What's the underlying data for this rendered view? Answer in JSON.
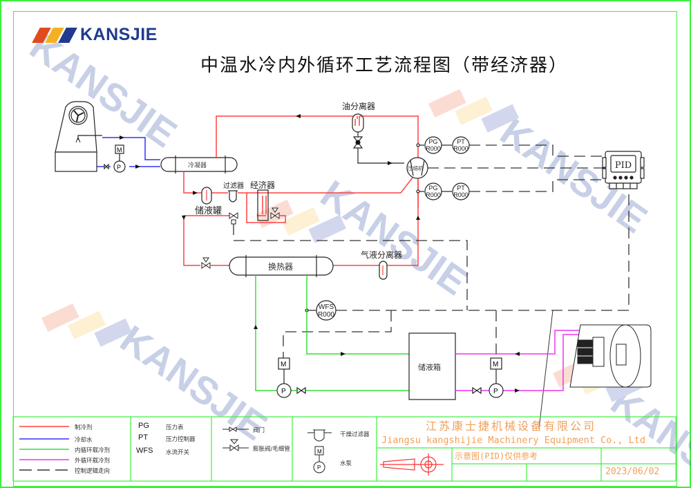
{
  "brand": {
    "name": "KANSJIE",
    "colors": {
      "bar1": "#e04a1c",
      "bar2": "#f5b021",
      "bar3": "#1f3a8f",
      "text": "#1f3a8f"
    },
    "watermark_text": "KANSJIE"
  },
  "title": "中温水冷内外循环工艺流程图（带经济器）",
  "components": {
    "condenser": "冷凝器",
    "receiver": "储液罐",
    "filter": "过滤器",
    "economizer": "经济器",
    "oil_separator": "油分离器",
    "compressor": "压缩机",
    "heat_exchanger": "换热器",
    "gas_liquid_separator": "气液分离器",
    "tank": "储液箱",
    "controller": "PID",
    "motor": "M",
    "pump": "P"
  },
  "instruments": {
    "pg_top": {
      "tag": "PG",
      "id": "R000"
    },
    "pt_top": {
      "tag": "PT",
      "id": "R000"
    },
    "pg_bottom": {
      "tag": "PG",
      "id": "R000"
    },
    "pt_bottom": {
      "tag": "PT",
      "id": "R000"
    },
    "wfs": {
      "tag": "WFS",
      "id": "R000"
    }
  },
  "legend": {
    "lines": [
      {
        "label": "制冷剂",
        "color": "#ff4040",
        "style": "solid"
      },
      {
        "label": "冷却水",
        "color": "#3030ff",
        "style": "solid"
      },
      {
        "label": "内循环载冷剂",
        "color": "#33dd33",
        "style": "solid"
      },
      {
        "label": "外循环载冷剂",
        "color": "#ee33ee",
        "style": "solid"
      },
      {
        "label": "控制逻辑走向",
        "color": "#333333",
        "style": "dashed"
      }
    ],
    "abbreviations": [
      {
        "abbr": "PG",
        "desc": "压力表"
      },
      {
        "abbr": "PT",
        "desc": "压力控制器"
      },
      {
        "abbr": "WFS",
        "desc": "水流开关"
      }
    ],
    "symbols": [
      {
        "label": "阀门"
      },
      {
        "label": "膨胀阀/毛细管"
      },
      {
        "label": "干燥过滤器"
      },
      {
        "label": "水泵"
      }
    ]
  },
  "title_block": {
    "company_cn": "江苏康士捷机械设备有限公司",
    "company_en": "Jiangsu kangshijie Machinery Equipment Co., Ltd",
    "note": "示意图(PID)仅供参考",
    "date": "2023/06/02"
  },
  "colors": {
    "refrigerant": "#ff4040",
    "cooling_water": "#3030ff",
    "inner_loop": "#33dd33",
    "outer_loop": "#ee33ee",
    "control": "#333333",
    "frame": "#3cf03c",
    "title_block_text": "#f0a058"
  }
}
